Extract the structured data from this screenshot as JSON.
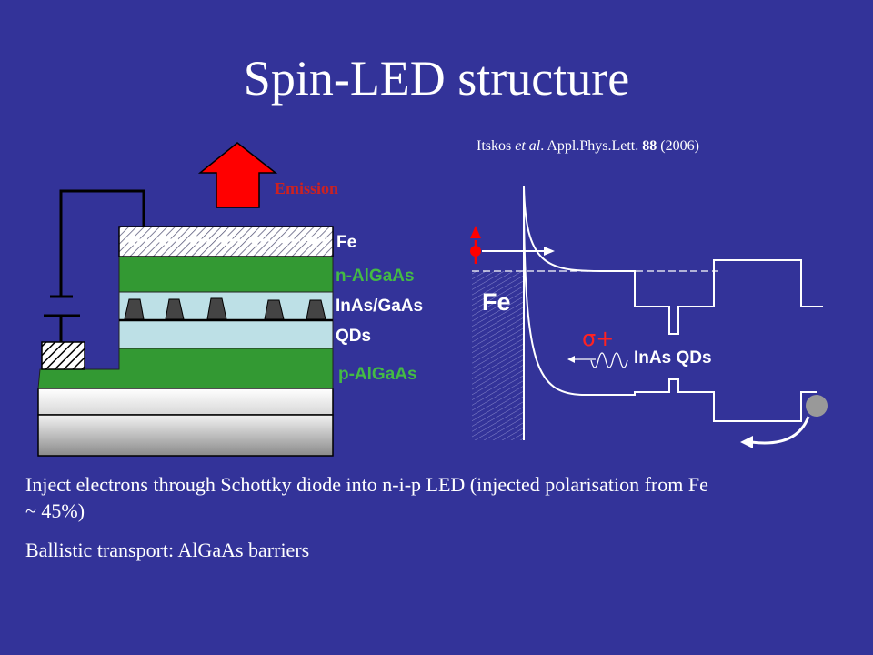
{
  "slide": {
    "title": "Spin-LED structure",
    "reference": {
      "authors": "Itskos",
      "etal": "et al",
      "journal": ". Appl.Phys.Lett.",
      "volume": "88",
      "year": "(2006)"
    }
  },
  "device": {
    "emission_label": "Emission",
    "layers": {
      "fe": "Fe",
      "n_algaas": "n-AlGaAs",
      "inas_gaas": "InAs/GaAs",
      "qds": "QDs",
      "p_algaas": "p-AlGaAs"
    }
  },
  "band_diagram": {
    "fe_label": "Fe",
    "sigma_label": "σ+",
    "qds_label": "InAs QDs"
  },
  "bullets": [
    "Inject electrons through Schottky diode into n-i-p LED (injected polarisation from Fe ~ 45%)",
    "Ballistic transport: AlGaAs barriers"
  ],
  "colors": {
    "background": "#333399",
    "green_layer": "#339933",
    "light_blue_layer": "#bde0e6",
    "label_green": "#44bb44",
    "emission_red": "#cc2222",
    "arrow_red": "#ff0000"
  }
}
